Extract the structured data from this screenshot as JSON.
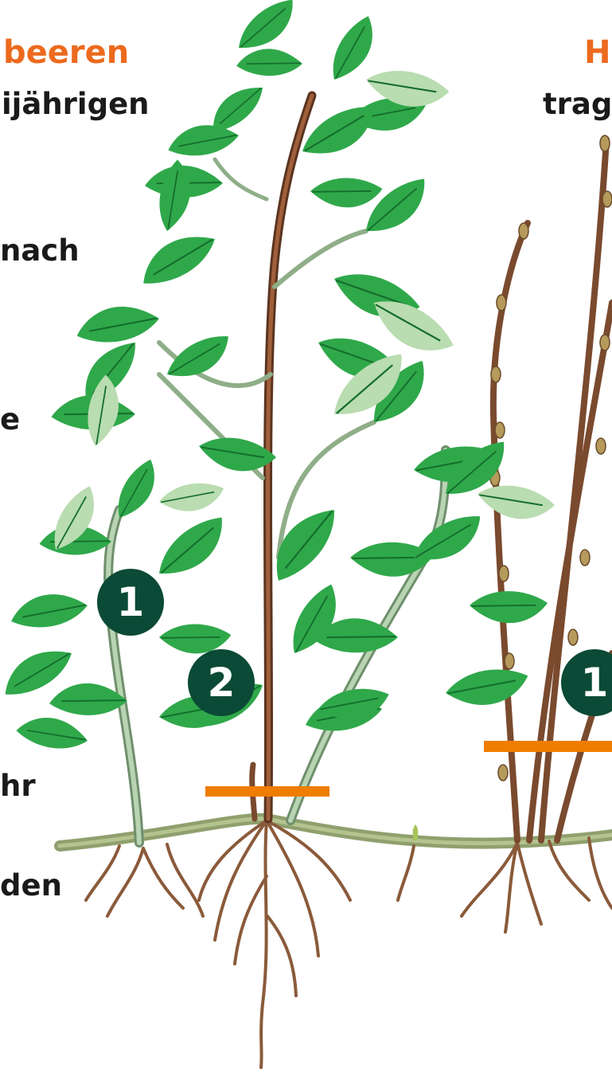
{
  "left_heading": "beeren",
  "left_subheading": "ijährigen",
  "left_text_lines": [
    "nach",
    "e",
    "hr",
    "den"
  ],
  "right_heading": "H",
  "right_subheading": "trag",
  "badges": [
    "1",
    "2",
    "1"
  ],
  "colors": {
    "heading": "#ec6a1e",
    "badge": "#0b4a36",
    "cut_line": "#ef7d00",
    "cane_brown": "#7a4a2e",
    "young_cane": "#a9c9a4",
    "leaf": "#2fa84a",
    "leaf_light": "#b9dcb0",
    "root": "#8a5a3a"
  }
}
